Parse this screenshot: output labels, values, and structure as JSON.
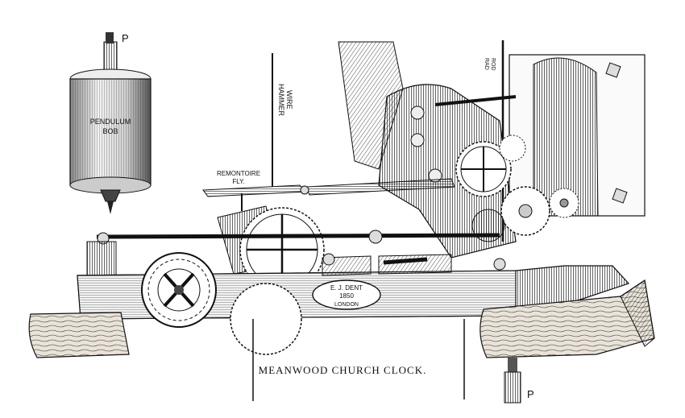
{
  "labels": {
    "pendulum_bob_line1": "PENDULUM",
    "pendulum_bob_line2": "BOB",
    "pendulum_marker_top": "P",
    "pendulum_marker_bottom": "P",
    "hammer_wire_line1": "HAMMER",
    "hammer_wire_line2": "WIRE",
    "remontoire_line1": "REMONTOIRE",
    "remontoire_line2": "FLY.",
    "rod_line1": "ROD",
    "rod_line2": "RAD",
    "maker_line1": "E. J. DENT",
    "maker_line2": "1850",
    "maker_line3": "LONDON"
  },
  "caption": "MEANWOOD CHURCH CLOCK.",
  "colors": {
    "ink": "#1a1a1a",
    "paper": "#ffffff",
    "wood": "#e9e3d8"
  }
}
